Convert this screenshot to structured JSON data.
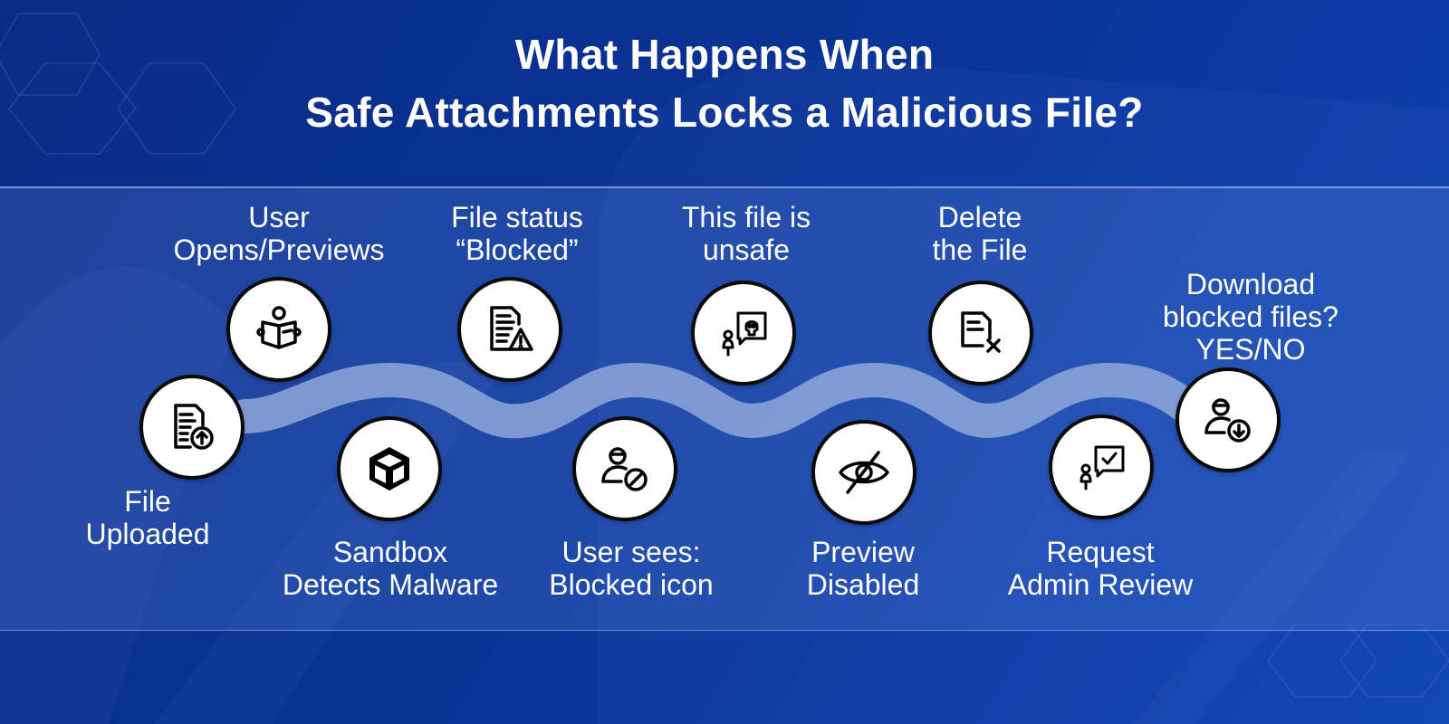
{
  "title": {
    "line1": "What Happens When",
    "line2": "Safe Attachments Locks a Malicious File?"
  },
  "colors": {
    "background": "#0a3396",
    "band": "#2a55b0",
    "wave": "#8fa8d8",
    "node_fill": "#ffffff",
    "node_stroke": "#0a0a0a",
    "text": "#ffffff"
  },
  "steps": [
    {
      "id": 1,
      "label_lines": [
        "File",
        "Uploaded"
      ],
      "icon": "file-upload-icon",
      "position": "bottom"
    },
    {
      "id": 2,
      "label_lines": [
        "User",
        "Opens/Previews"
      ],
      "icon": "person-reading-icon",
      "position": "top"
    },
    {
      "id": 3,
      "label_lines": [
        "Sandbox",
        "Detects Malware"
      ],
      "icon": "sandbox-box-icon",
      "position": "bottom"
    },
    {
      "id": 4,
      "label_lines": [
        "File status",
        "“Blocked”"
      ],
      "icon": "file-warning-icon",
      "position": "top"
    },
    {
      "id": 5,
      "label_lines": [
        "User sees:",
        "Blocked icon"
      ],
      "icon": "user-blocked-icon",
      "position": "bottom"
    },
    {
      "id": 6,
      "label_lines": [
        "This file is",
        "unsafe"
      ],
      "icon": "person-skull-message-icon",
      "position": "top"
    },
    {
      "id": 7,
      "label_lines": [
        "Preview",
        "Disabled"
      ],
      "icon": "eye-slash-icon",
      "position": "bottom"
    },
    {
      "id": 8,
      "label_lines": [
        "Delete",
        "the File"
      ],
      "icon": "file-delete-icon",
      "position": "top"
    },
    {
      "id": 9,
      "label_lines": [
        "Request",
        "Admin Review"
      ],
      "icon": "person-check-message-icon",
      "position": "bottom"
    },
    {
      "id": 10,
      "label_lines": [
        "Download",
        "blocked files?",
        "YES/NO"
      ],
      "icon": "user-download-icon",
      "position": "top"
    }
  ]
}
